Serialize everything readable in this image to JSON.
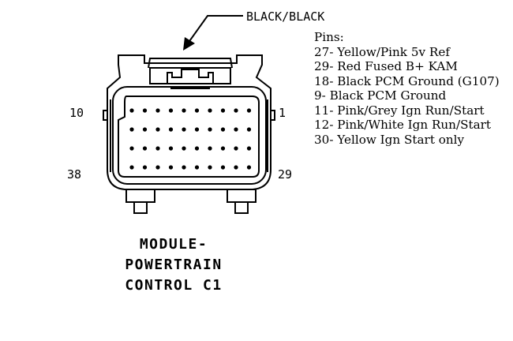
{
  "connector_color_label": "BLACK/BLACK",
  "corner_labels": {
    "top_left": "10",
    "top_right": "1",
    "bottom_left": "38",
    "bottom_right": "29"
  },
  "pins_heading": "Pins:",
  "pins": [
    "27- Yellow/Pink 5v Ref",
    "29- Red  Fused B+ KAM",
    "18- Black  PCM Ground (G107)",
    "9-   Black  PCM Ground",
    "11- Pink/Grey Ign Run/Start",
    "12- Pink/White Ign Run/Start",
    "30- Yellow Ign Start only"
  ],
  "title_lines": [
    "MODULE-",
    "POWERTRAIN",
    "CONTROL C1"
  ]
}
